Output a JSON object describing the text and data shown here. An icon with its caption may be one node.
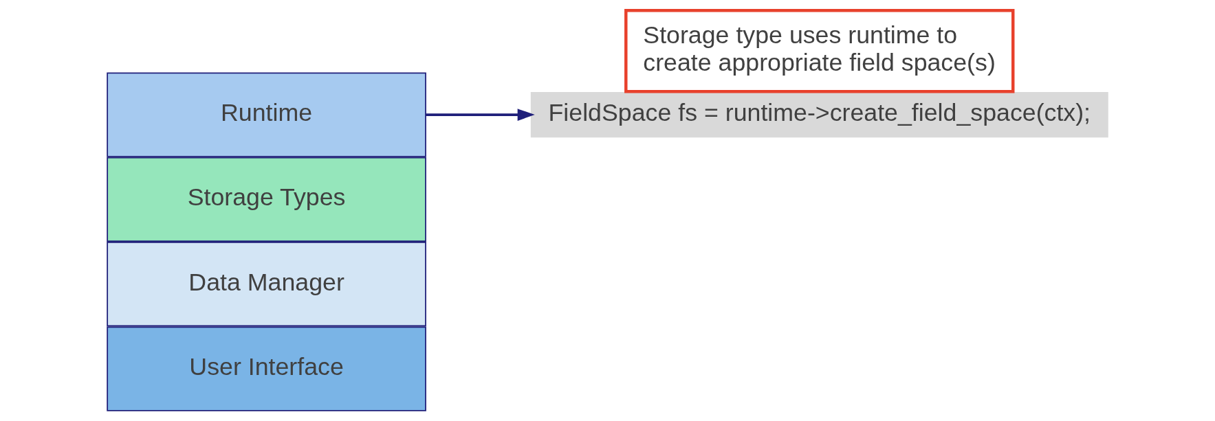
{
  "diagram": {
    "nodes": [
      {
        "text": [
          "User Interface"
        ]
      },
      {
        "text": [
          "Data Manager"
        ]
      },
      {
        "text": [
          "Storage Types"
        ]
      },
      {
        "text": [
          "Runtime"
        ]
      },
      {
        "text": [
          "Storage type uses runtime to create appropriate field space(s)"
        ]
      },
      {
        "text": [
          "FieldSpace fs = runtime->create_field_space(ctx);"
        ]
      }
    ],
    "edges": [
      {
        "from": 3,
        "to": 5,
        "arrow": "to"
      }
    ]
  }
}
